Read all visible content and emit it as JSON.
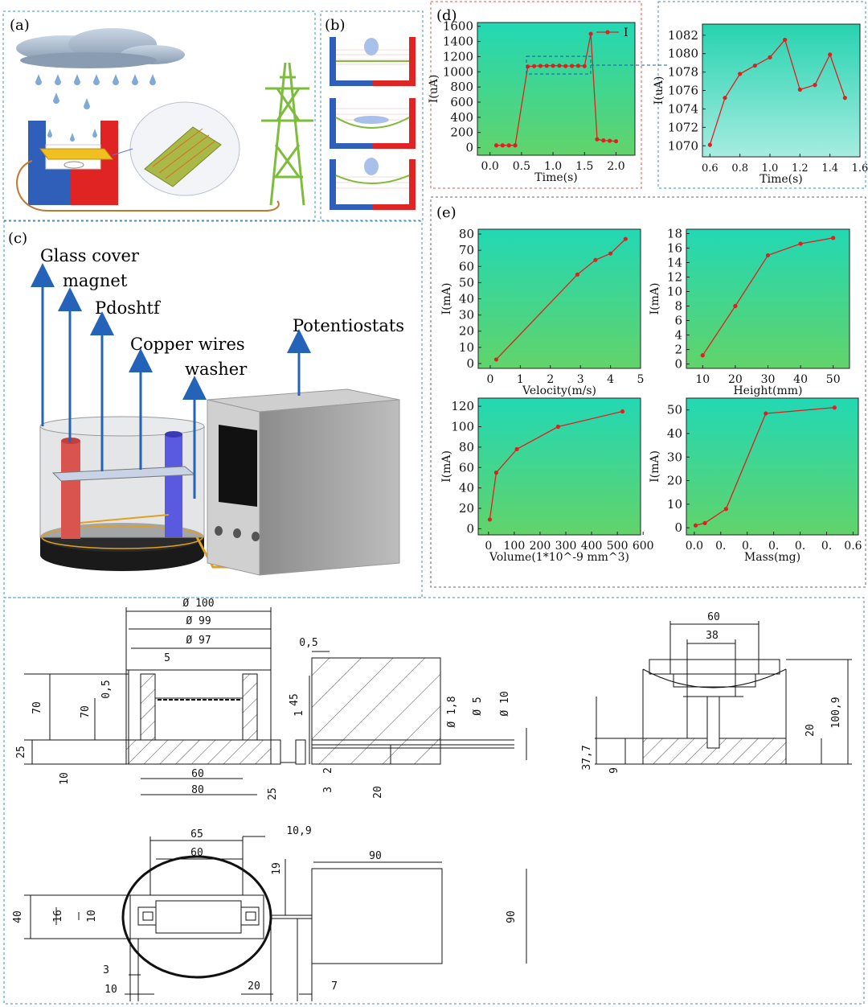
{
  "panels": {
    "a": "(a)",
    "b": "(b)",
    "c": "(c)",
    "d": "(d)",
    "e": "(e)"
  },
  "setup_labels": {
    "glass_cover": "Glass cover",
    "magnet": "magnet",
    "pdoshtf": "Pdoshtf",
    "copper_wires": "Copper wires",
    "washer": "washer",
    "potentiostats": "Potentiostats"
  },
  "colors": {
    "plot_top": "#22d8b4",
    "plot_bottom": "#5fd26a",
    "line": "#e02020",
    "box_red": "#e05050",
    "box_blue": "#3a7fc8"
  },
  "chart_data": [
    {
      "id": "d-main",
      "type": "line",
      "x": [
        0.1,
        0.2,
        0.3,
        0.4,
        0.6,
        0.7,
        0.8,
        0.9,
        1.0,
        1.1,
        1.2,
        1.3,
        1.4,
        1.5,
        1.6,
        1.7,
        1.8,
        1.9,
        2.0
      ],
      "y": [
        30,
        30,
        30,
        30,
        1070,
        1075,
        1078,
        1079,
        1080,
        1081,
        1076,
        1077,
        1080,
        1075,
        1500,
        110,
        95,
        90,
        85
      ],
      "xlabel": "Time(s)",
      "ylabel": "I(uA)",
      "xticks": [
        "0.0",
        "0.5",
        "1.0",
        "1.5",
        "2.0"
      ],
      "yticks": [
        "0",
        "200",
        "400",
        "600",
        "800",
        "1000",
        "1200",
        "1400",
        "1600"
      ],
      "xlim": [
        -0.2,
        2.3
      ],
      "ylim": [
        -100,
        1650
      ],
      "legend": "I",
      "legend_position": "top-right"
    },
    {
      "id": "d-zoom",
      "type": "line",
      "x": [
        0.6,
        0.7,
        0.8,
        0.9,
        1.0,
        1.1,
        1.2,
        1.3,
        1.4,
        1.5
      ],
      "y": [
        1070.1,
        1075.2,
        1077.8,
        1078.7,
        1079.6,
        1081.5,
        1076.1,
        1076.6,
        1079.9,
        1075.2
      ],
      "xlabel": "Time(s)",
      "ylabel": "I(uA)",
      "xticks": [
        "0.6",
        "0.8",
        "1.0",
        "1.2",
        "1.4",
        "1.6"
      ],
      "yticks": [
        "1070",
        "1072",
        "1074",
        "1076",
        "1078",
        "1080",
        "1082"
      ],
      "xlim": [
        0.55,
        1.6
      ],
      "ylim": [
        1068.8,
        1083.2
      ]
    },
    {
      "id": "e-velocity",
      "type": "line",
      "x": [
        0.2,
        2.9,
        3.5,
        4.0,
        4.5
      ],
      "y": [
        2.5,
        55,
        64,
        68,
        77
      ],
      "xlabel": "Velocity(m/s)",
      "ylabel": "I(mA)",
      "xticks": [
        "0",
        "1",
        "2",
        "3",
        "4",
        "5"
      ],
      "yticks": [
        "0",
        "10",
        "20",
        "30",
        "40",
        "50",
        "60",
        "70",
        "80"
      ],
      "xlim": [
        -0.4,
        5
      ],
      "ylim": [
        -3,
        83
      ]
    },
    {
      "id": "e-height",
      "type": "line",
      "x": [
        10,
        20,
        30,
        40,
        50
      ],
      "y": [
        1.2,
        8,
        15,
        16.6,
        17.4
      ],
      "xlabel": "Height(mm)",
      "ylabel": "I(mA)",
      "xticks": [
        "10",
        "20",
        "30",
        "40",
        "50"
      ],
      "yticks": [
        "0",
        "2",
        "4",
        "6",
        "8",
        "10",
        "12",
        "14",
        "16",
        "18"
      ],
      "xlim": [
        5,
        55
      ],
      "ylim": [
        -0.6,
        18.6
      ]
    },
    {
      "id": "e-volume",
      "type": "line",
      "x": [
        5,
        30,
        110,
        270,
        520
      ],
      "y": [
        9,
        55,
        78,
        100,
        115
      ],
      "xlabel": "Volume(1*10^-9 mm^3)",
      "ylabel": "I(mA)",
      "xticks": [
        "0",
        "100",
        "200",
        "300",
        "400",
        "500",
        "600"
      ],
      "yticks": [
        "0",
        "20",
        "40",
        "60",
        "80",
        "100",
        "120"
      ],
      "xlim": [
        -40,
        590
      ],
      "ylim": [
        -6,
        128
      ]
    },
    {
      "id": "e-mass",
      "type": "line",
      "x": [
        0.005,
        0.04,
        0.12,
        0.27,
        0.53
      ],
      "y": [
        1,
        2,
        8,
        48.5,
        51
      ],
      "xlabel": "Mass(mg)",
      "ylabel": "I(mA)",
      "xticks": [
        "0.0",
        "0.",
        "0.",
        "0.",
        "0.",
        "0.",
        "0.6"
      ],
      "yticks": [
        "0",
        "10",
        "20",
        "30",
        "40",
        "50"
      ],
      "xlim": [
        -0.03,
        0.62
      ],
      "ylim": [
        -3,
        55
      ]
    }
  ],
  "dimensions": {
    "d100": "Ø 100",
    "d99": "Ø 99",
    "d97": "Ø 97",
    "five": "5",
    "zero_five": "0,5",
    "seventy": "70",
    "seventy_b": "70",
    "zero_five_b": "0,5",
    "twenty_five": "25",
    "ten": "10",
    "sixty": "60",
    "eighty": "80",
    "twenty_five_b": "25",
    "two": "2",
    "three": "3",
    "one": "1",
    "forty_five": "45",
    "d18": "Ø 1,8",
    "d5": "Ø 5",
    "d10": "Ø 10",
    "twenty": "20",
    "side_sixty": "60",
    "side_thirtyeight": "38",
    "side_twenty": "20",
    "side_nine": "9",
    "side_377": "37,7",
    "side_1009": "100,9",
    "top_65": "65",
    "top_60": "60",
    "top_109": "10,9",
    "top_19": "19",
    "top_90": "90",
    "top_90v": "90",
    "top_40": "40",
    "top_16": "16",
    "top_10v": "10",
    "top_3": "3",
    "top_10": "10",
    "top_20": "20",
    "top_7": "7"
  }
}
